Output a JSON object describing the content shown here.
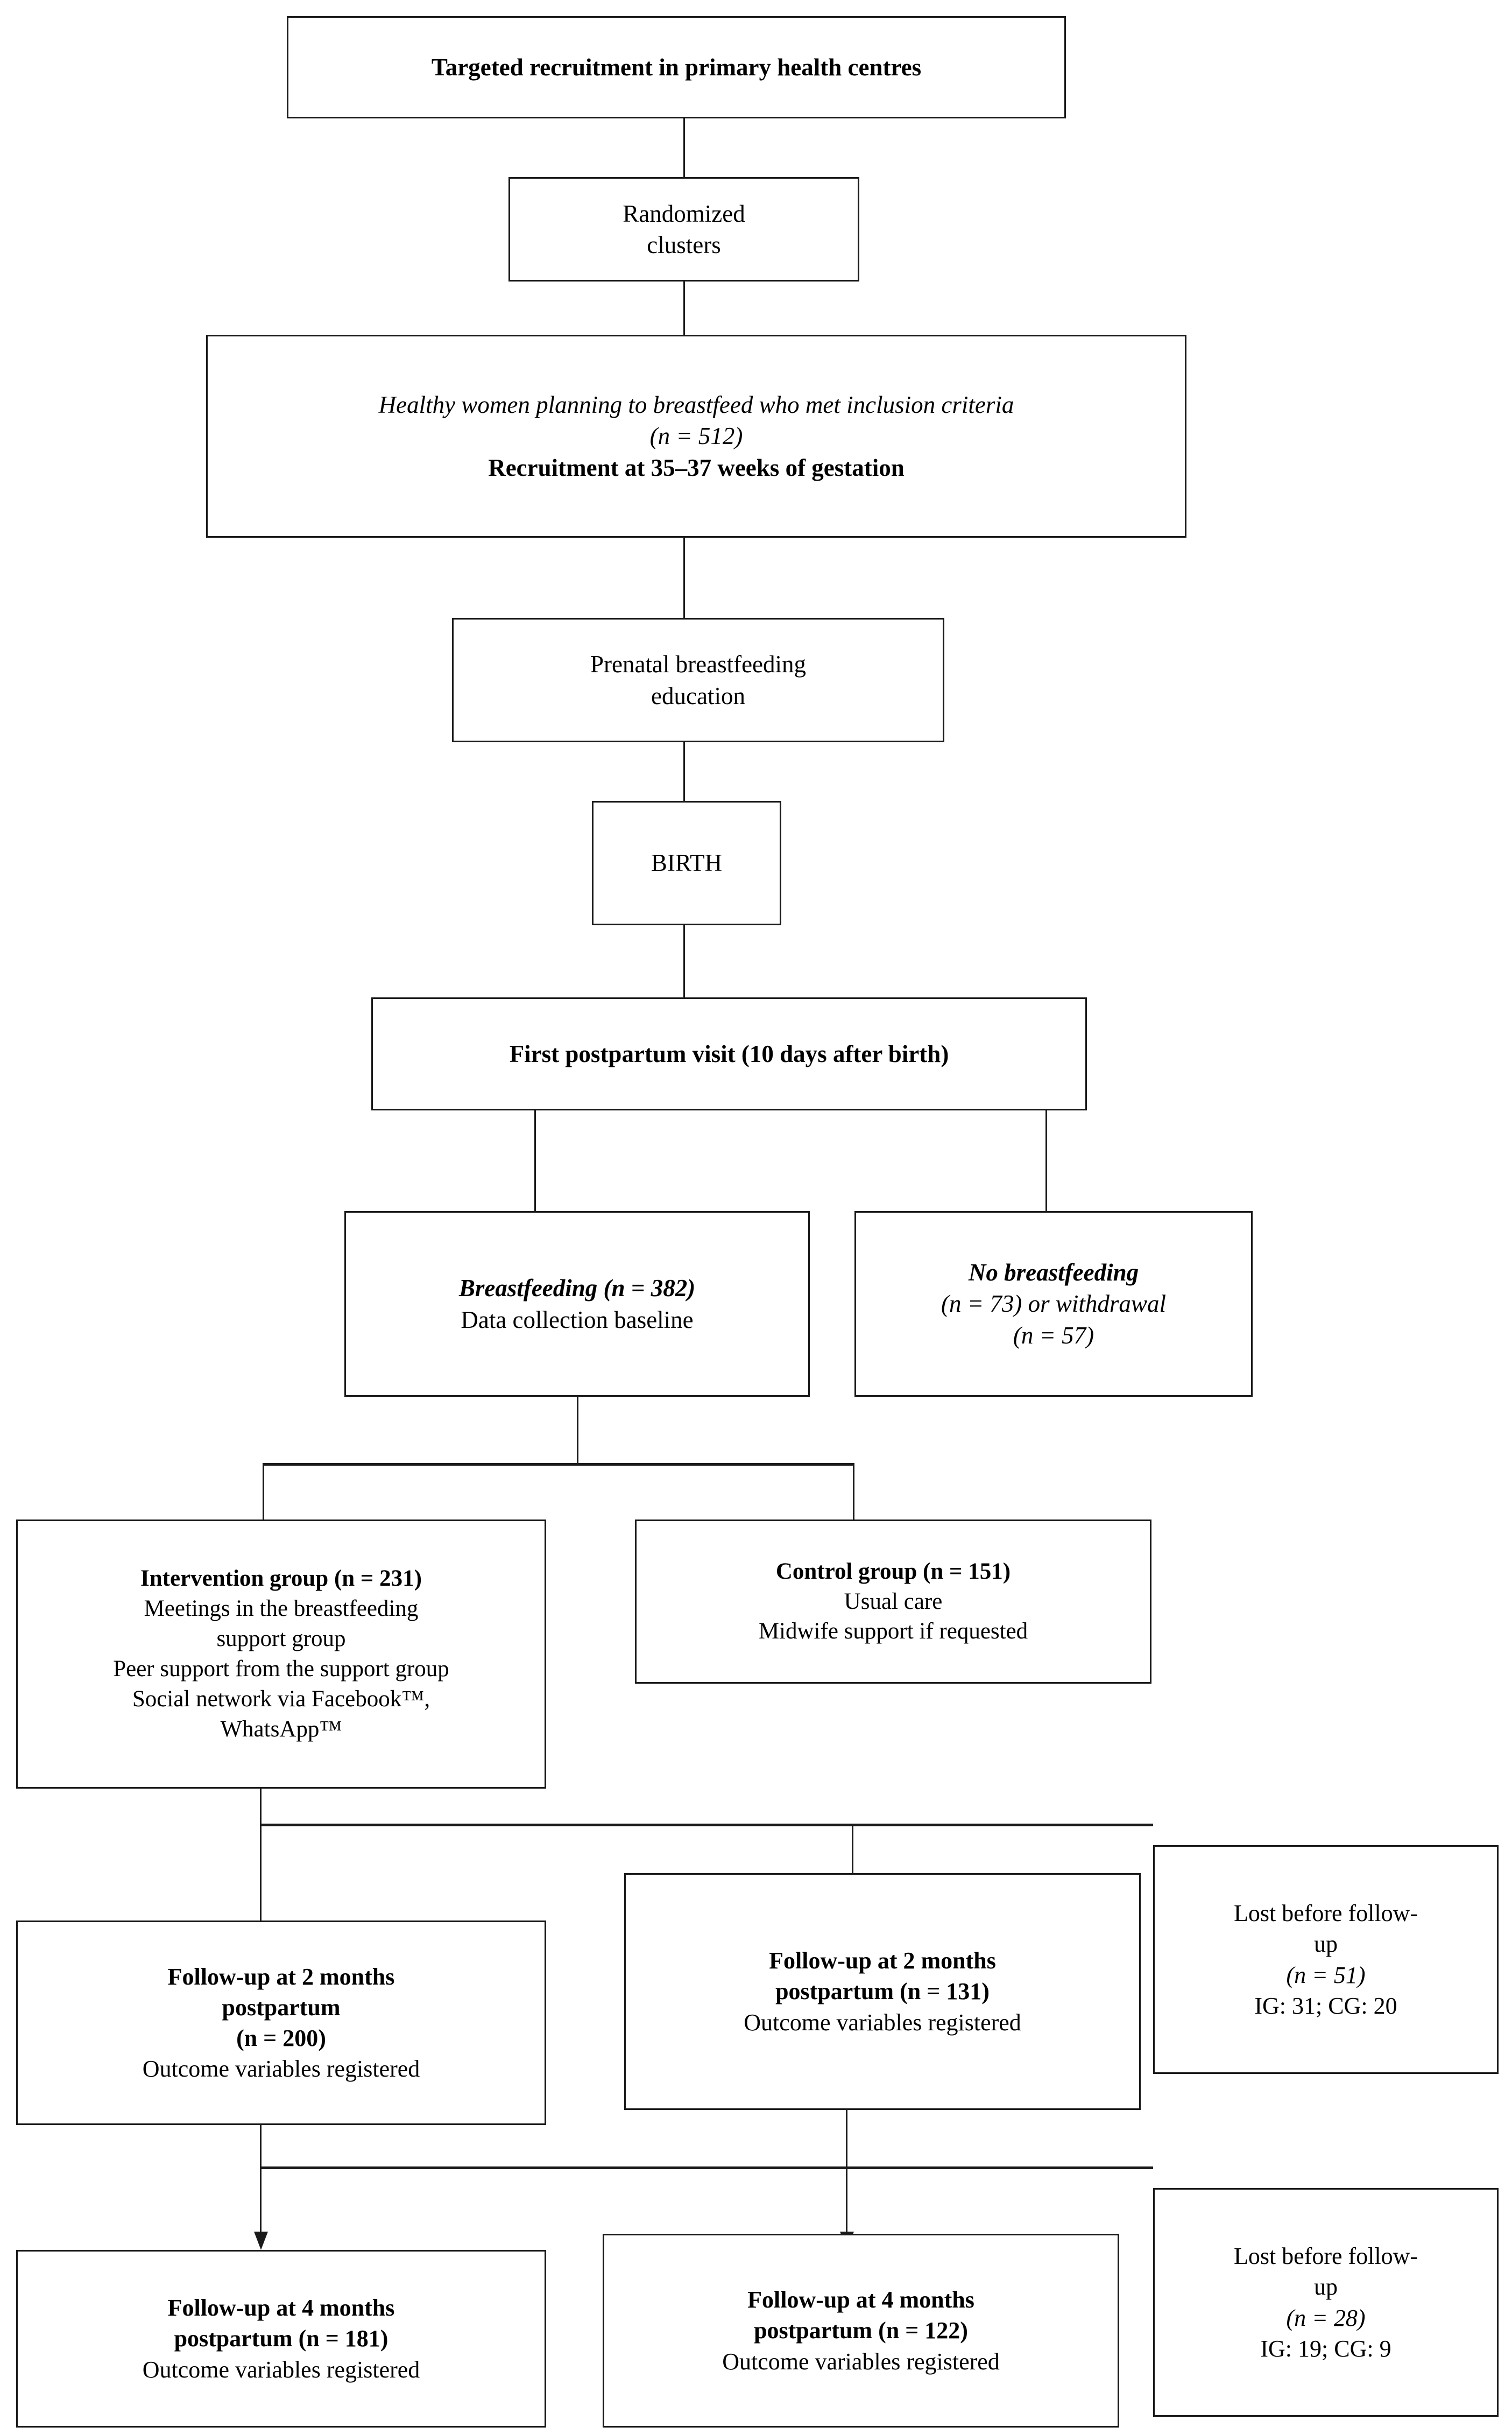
{
  "diagram": {
    "title": "CONSORT participant flow diagram of a breastfeeding support cluster randomized trial",
    "nodes": {
      "recruitment": {
        "line1": "Targeted recruitment in primary health centres"
      },
      "randomized_clusters": {
        "line1": "Randomized",
        "line2": "clusters"
      },
      "eligible_women": {
        "line1": "Healthy women planning to breastfeed who met inclusion criteria",
        "line2": "(n = 512)",
        "line3": "Recruitment at 35–37 weeks of gestation"
      },
      "prenatal_education": {
        "line1": "Prenatal breastfeeding",
        "line2": "education"
      },
      "birth": {
        "line1": "BIRTH"
      },
      "first_visit": {
        "line1": "First postpartum visit  (10 days after birth)"
      },
      "breastfeeding": {
        "line1": "Breastfeeding (n = 382)",
        "line2": "Data collection baseline"
      },
      "no_breastfeeding": {
        "line1": "No breastfeeding",
        "line2": "(n = 73) or withdrawal",
        "line3": "(n = 57)"
      },
      "intervention_group": {
        "line1": "Intervention group (n = 231)",
        "line2": "Meetings in the breastfeeding",
        "line3": "support group",
        "line4": "Peer support from the support group",
        "line5": "Social network via Facebook™,",
        "line6": "WhatsApp™"
      },
      "control_group": {
        "line1": "Control group (n = 151)",
        "line2": "Usual care",
        "line3": "Midwife support if requested"
      },
      "followup_2m_intervention": {
        "line1": "Follow-up at 2 months",
        "line2": "postpartum",
        "line3": "(n = 200)",
        "line4": "Outcome variables registered"
      },
      "followup_2m_control": {
        "line1": "Follow-up at 2 months",
        "line2": "postpartum (n = 131)",
        "line3": "Outcome variables registered"
      },
      "lost_2m": {
        "line1": "Lost before  follow-",
        "line2": "up",
        "line3": "(n = 51)",
        "line4": "IG: 31; CG: 20"
      },
      "followup_4m_intervention": {
        "line1": "Follow-up at 4 months",
        "line2": "postpartum (n = 181)",
        "line3": "Outcome variables registered"
      },
      "followup_4m_control": {
        "line1": "Follow-up at 4 months",
        "line2": "postpartum (n = 122)",
        "line3": "Outcome variables registered"
      },
      "lost_4m": {
        "line1": "Lost before  follow-",
        "line2": "up",
        "line3": "(n = 28)",
        "line4": "IG: 19; CG: 9"
      }
    },
    "colors": {
      "stroke": "#1a1a1a",
      "background": "#ffffff",
      "text": "#000000"
    }
  }
}
